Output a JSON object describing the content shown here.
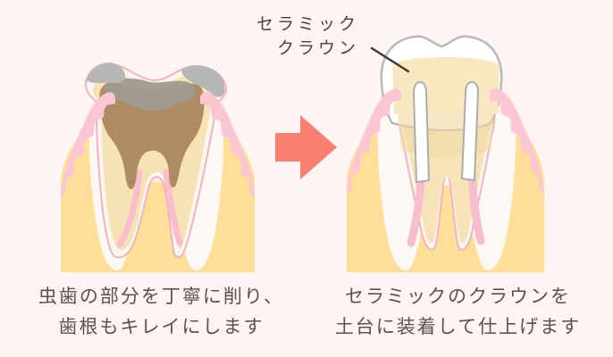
{
  "page": {
    "background_color": "#fdf5f3",
    "type": "dental-procedure-before-after-diagram"
  },
  "annotation": {
    "label_line1": "セラミック",
    "label_line2": "クラウン",
    "text_color": "#474341",
    "leader_line_color": "#3e3b39"
  },
  "arrow": {
    "icon": "right-arrow-icon",
    "direction": "right",
    "color": "#f97f71"
  },
  "panels": {
    "left": {
      "illustration": "decayed-tooth-after-drilling",
      "caption_line1": "虫歯の部分を丁寧に削り、",
      "caption_line2": "歯根もキレイにします"
    },
    "right": {
      "illustration": "ceramic-crown-fitted-on-core",
      "caption_line1": "セラミックのクラウンを",
      "caption_line2": "土台に装着して仕上げます"
    }
  },
  "colors": {
    "gum_pink": "#f9c6d2",
    "inner_gum_cream": "#fcf1e9",
    "bone_yellow": "#ffdf97",
    "periodontal_white": "#fdf8f3",
    "dentin_beige": "#f5e2b5",
    "decay_brown": "#ae8b60",
    "decay_surface_grey": "#9f9a90",
    "filling_grey": "#b6b6b6",
    "root_canal_pink": "#f9bdcb",
    "tooth_outline_pink": "#f2b2c0",
    "crown_white": "#ffffff",
    "crown_outline_grey": "#b9b9b9",
    "core_yellow": "#f8e8bf",
    "caption_text": "#595251"
  }
}
